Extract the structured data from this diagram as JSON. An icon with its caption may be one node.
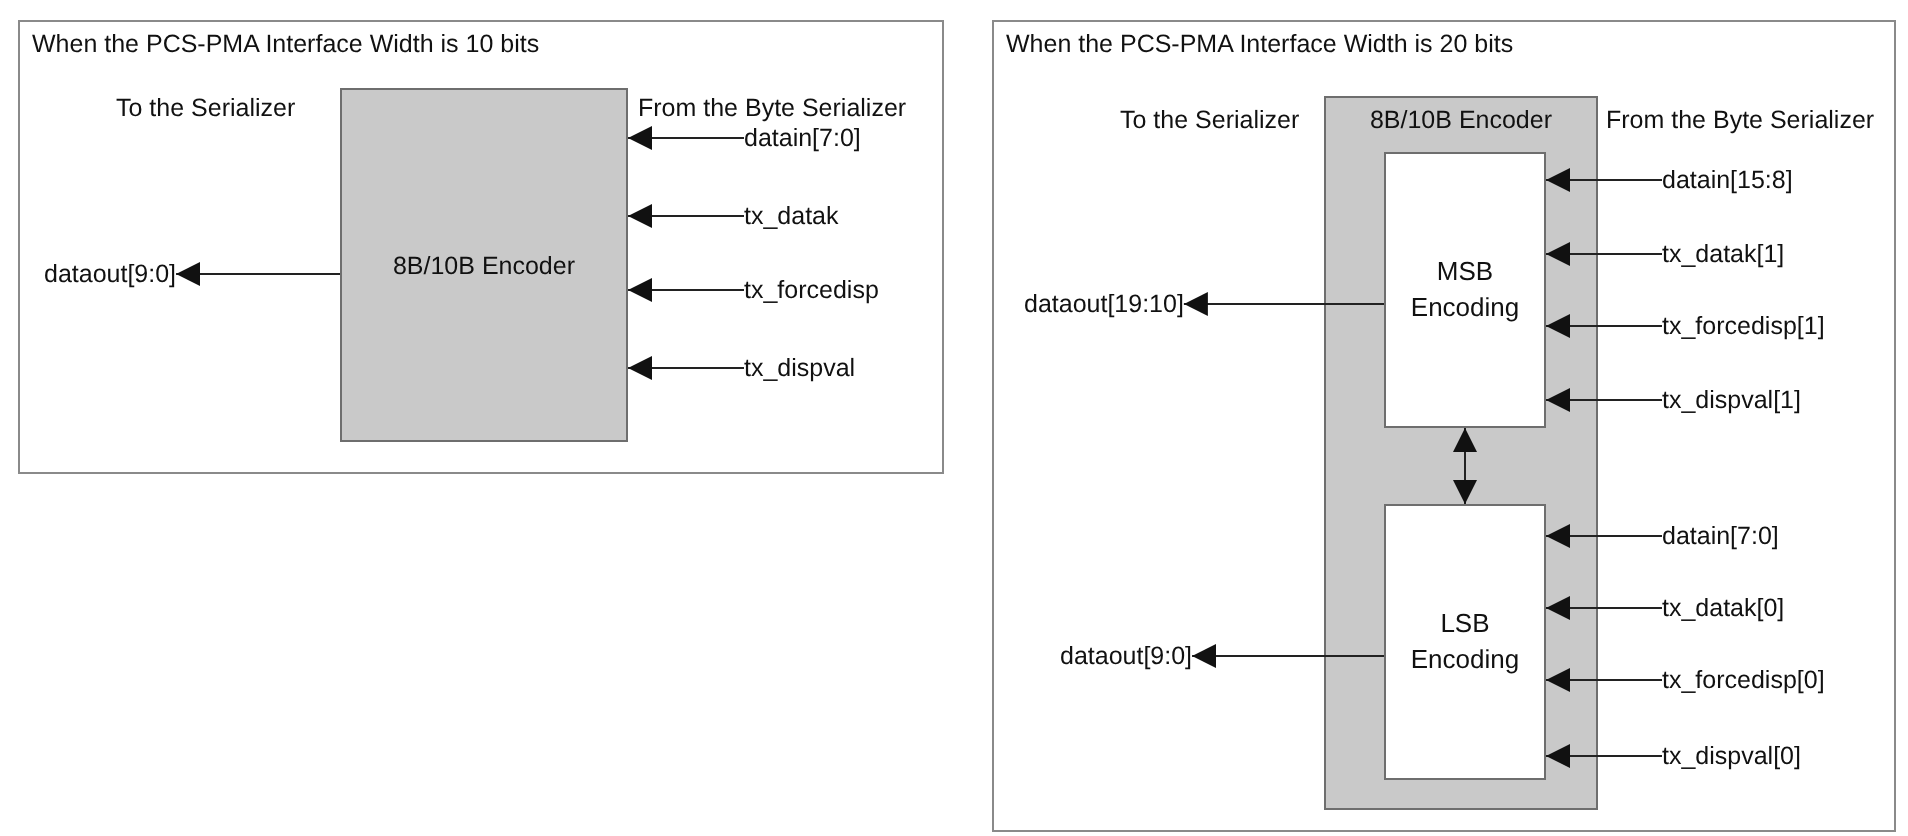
{
  "diagram": {
    "nodes": [
      {
        "text": [
          "When the PCS-PMA Interface Width is 10 bits"
        ]
      },
      {
        "text": [
          "8B/10B Encoder"
        ],
        "in": 0
      },
      {
        "text": [
          "dataout[9:0]"
        ],
        "in": 0
      },
      {
        "text": [
          "datain[7:0]"
        ],
        "in": 0
      },
      {
        "text": [
          "tx_datak"
        ],
        "in": 0
      },
      {
        "text": [
          "tx_forcedisp"
        ],
        "in": 0
      },
      {
        "text": [
          "tx_dispval"
        ],
        "in": 0
      },
      {
        "text": [
          "When the PCS-PMA Interface Width is 20 bits"
        ]
      },
      {
        "text": [
          "8B/10B Encoder"
        ],
        "in": 7
      },
      {
        "text": [
          "MSB Encoding"
        ],
        "in": 8
      },
      {
        "text": [
          "LSB Encoding"
        ],
        "in": 8
      },
      {
        "text": [
          "dataout[19:10]"
        ],
        "in": 7
      },
      {
        "text": [
          "dataout[9:0]"
        ],
        "in": 7
      },
      {
        "text": [
          "datain[15:8]"
        ],
        "in": 7
      },
      {
        "text": [
          "tx_datak[1]"
        ],
        "in": 7
      },
      {
        "text": [
          "tx_forcedisp[1]"
        ],
        "in": 7
      },
      {
        "text": [
          "tx_dispval[1]"
        ],
        "in": 7
      },
      {
        "text": [
          "datain[7:0]"
        ],
        "in": 7
      },
      {
        "text": [
          "tx_datak[0]"
        ],
        "in": 7
      },
      {
        "text": [
          "tx_forcedisp[0]"
        ],
        "in": 7
      },
      {
        "text": [
          "tx_dispval[0]"
        ],
        "in": 7
      }
    ],
    "edges": [
      {
        "from": 1,
        "to": 2,
        "arrow": "to"
      },
      {
        "from": 3,
        "to": 1,
        "arrow": "to"
      },
      {
        "from": 4,
        "to": 1,
        "arrow": "to"
      },
      {
        "from": 5,
        "to": 1,
        "arrow": "to"
      },
      {
        "from": 6,
        "to": 1,
        "arrow": "to"
      },
      {
        "from": 9,
        "to": 11,
        "arrow": "to"
      },
      {
        "from": 10,
        "to": 12,
        "arrow": "to"
      },
      {
        "from": 13,
        "to": 9,
        "arrow": "to"
      },
      {
        "from": 14,
        "to": 9,
        "arrow": "to"
      },
      {
        "from": 15,
        "to": 9,
        "arrow": "to"
      },
      {
        "from": 16,
        "to": 9,
        "arrow": "to"
      },
      {
        "from": 17,
        "to": 10,
        "arrow": "to"
      },
      {
        "from": 18,
        "to": 10,
        "arrow": "to"
      },
      {
        "from": 19,
        "to": 10,
        "arrow": "to"
      },
      {
        "from": 20,
        "to": 10,
        "arrow": "to"
      },
      {
        "from": 9,
        "to": 10,
        "arrow": "both"
      }
    ],
    "labels": [
      "To the Serializer",
      "From the Byte Serializer",
      "To the Serializer",
      "From the Byte Serializer"
    ]
  }
}
